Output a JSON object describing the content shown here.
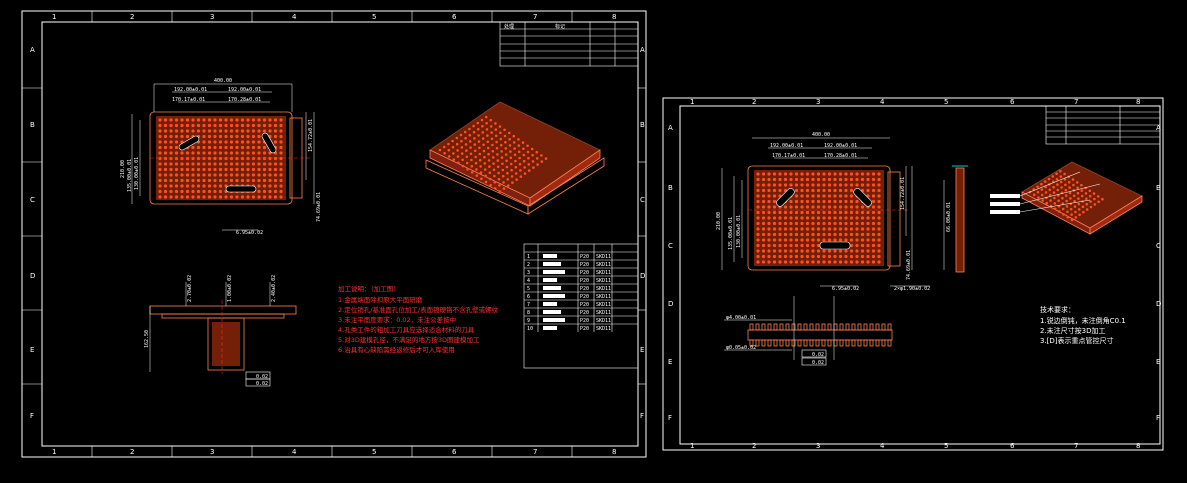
{
  "left_sheet": {
    "col_labels": [
      "1",
      "2",
      "3",
      "4",
      "5",
      "6",
      "7",
      "8"
    ],
    "row_labels": [
      "A",
      "B",
      "C",
      "D",
      "E",
      "F"
    ],
    "title_block_header": [
      "处理",
      "标记",
      "",
      ""
    ],
    "top_view": {
      "overall_width": "400.00",
      "dims_top": [
        "192.00±0.01",
        "192.00±0.01"
      ],
      "dims_inner": [
        "170.17±0.01",
        "170.28±0.01"
      ],
      "dims_left": [
        "210.00",
        "135.00±0.01",
        "130.00±0.01"
      ],
      "dims_right": [
        "154.72±0.01",
        "74.69±0.01"
      ],
      "dim_bottom": "6.95±0.02"
    },
    "side_view": {
      "dims_top": [
        "2.70±0.02",
        "1.00±0.02",
        "2.40±0.02"
      ],
      "dim_left": "162.50",
      "flatness": [
        "0.02",
        "0.02"
      ]
    },
    "notes_title": "加工说明：（加工图）",
    "notes": [
      "1.金属端面除扣原大平面研磨",
      "2.定位销孔/基准面孔位加工/表面镀硬铬不含孔壁或螺纹",
      "3.未注平面度要求：0.02，未注公差按中",
      "4.孔类工件的粗加工刀具应选择适合材料的刀具",
      "5.对3D建模孔径，不满足的地方按3D图建模加工",
      "6.治具有心缺陷需经返修后才可入库使用"
    ],
    "bom_rows": [
      [
        "1",
        "P20",
        "SKD11"
      ],
      [
        "2",
        "P20",
        "SKD11"
      ],
      [
        "3",
        "P20",
        "SKD11"
      ],
      [
        "4",
        "P20",
        "SKD11"
      ],
      [
        "5",
        "P20",
        "SKD11"
      ],
      [
        "6",
        "P20",
        "SKD11"
      ],
      [
        "7",
        "P20",
        "SKD11"
      ],
      [
        "8",
        "P20",
        "SKD11"
      ],
      [
        "9",
        "P20",
        "SKD11"
      ],
      [
        "10",
        "P20",
        "SKD11"
      ]
    ]
  },
  "right_sheet": {
    "col_labels": [
      "1",
      "2",
      "3",
      "4",
      "5",
      "6",
      "7",
      "8"
    ],
    "row_labels": [
      "A",
      "B",
      "C",
      "D",
      "E",
      "F"
    ],
    "top_view": {
      "overall_width": "400.00",
      "dims_top": [
        "192.00±0.01",
        "192.00±0.01"
      ],
      "dims_inner": [
        "170.17±0.01",
        "170.28±0.01"
      ],
      "dims_left": [
        "210.00",
        "135.00±0.01",
        "130.00±0.01"
      ],
      "dims_right": [
        "154.72±0.01",
        "74.69±0.01"
      ],
      "dims_bottom": [
        "6.95±0.02",
        "2×φ1.90±0.02"
      ]
    },
    "section_view": {
      "dims": [
        "φ4.00±0.01",
        "φ0.05±0.02"
      ],
      "flatness": [
        "0.02",
        "0.02"
      ]
    },
    "side_view_dim": "66.00±0.01",
    "tech_title": "技术要求：",
    "tech_notes": [
      "1.锐边倒钝，未注倒角C0.1",
      "2.未注尺寸按3D加工",
      "3.[D]表示重点管控尺寸"
    ]
  },
  "colors": {
    "background": "#000000",
    "frame": "#ffffff",
    "part": "#ff8050",
    "note": "#ff3030"
  }
}
